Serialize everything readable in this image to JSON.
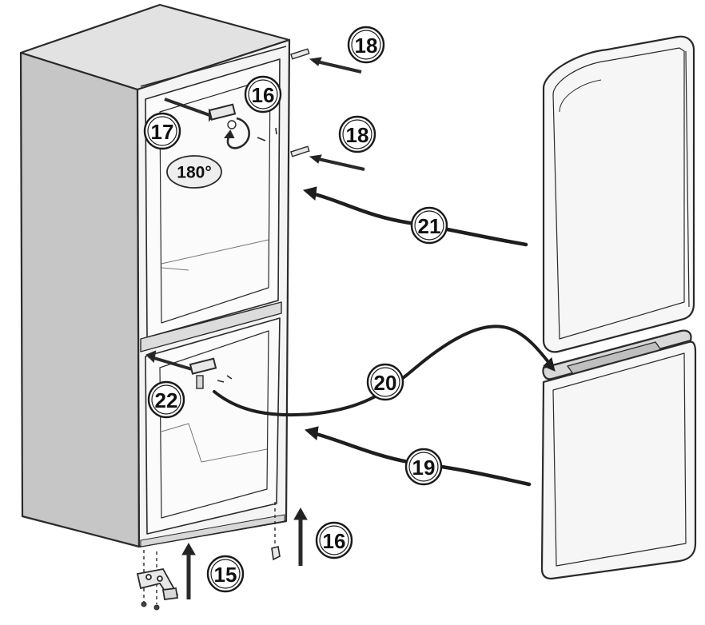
{
  "diagram": {
    "callouts": [
      {
        "id": "c18a",
        "label": "18"
      },
      {
        "id": "c16a",
        "label": "16"
      },
      {
        "id": "c17",
        "label": "17"
      },
      {
        "id": "c18b",
        "label": "18"
      },
      {
        "id": "c21",
        "label": "21"
      },
      {
        "id": "c20",
        "label": "20"
      },
      {
        "id": "c22",
        "label": "22"
      },
      {
        "id": "c19",
        "label": "19"
      },
      {
        "id": "c16b",
        "label": "16"
      },
      {
        "id": "c15",
        "label": "15"
      }
    ],
    "rotation_label": "180°"
  },
  "colors": {
    "line": "#2a2a2a",
    "cabinet_side": "#c9c9c9",
    "cabinet_top": "#e2e2e2",
    "door_face": "#f6f6f6",
    "door_edge": "#cfcfcf"
  }
}
